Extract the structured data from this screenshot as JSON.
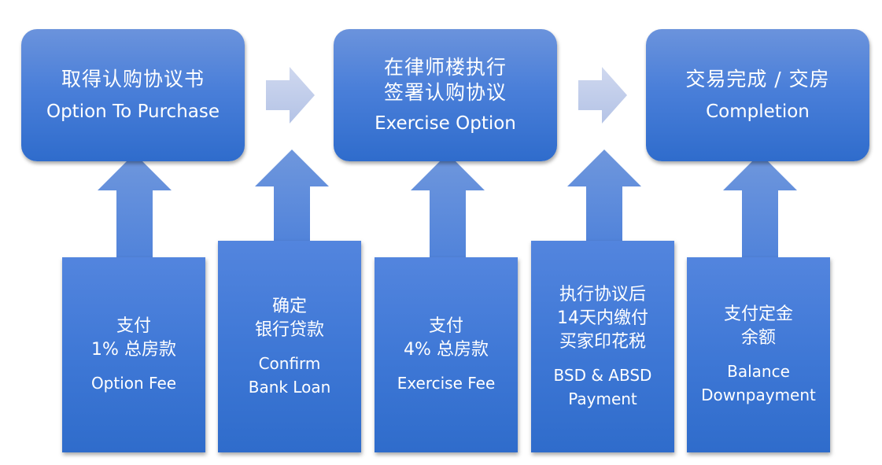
{
  "stages": [
    {
      "zh": "取得认购协议书",
      "en": "Option To Purchase"
    },
    {
      "zh": "在律师楼执行\n签署认购协议",
      "en": "Exercise Option"
    },
    {
      "zh": "交易完成 / 交房",
      "en": "Completion"
    }
  ],
  "steps": [
    {
      "zh": "支付\n1% 总房款",
      "en": "Option Fee"
    },
    {
      "zh": "确定\n银行贷款",
      "en": "Confirm\nBank Loan"
    },
    {
      "zh": "支付\n4% 总房款",
      "en": "Exercise Fee"
    },
    {
      "zh": "执行协议后\n14天内缴付\n买家印花税",
      "en": "BSD & ABSD\nPayment"
    },
    {
      "zh": "支付定金\n余额",
      "en": "Balance\nDownpayment"
    }
  ],
  "colors": {
    "box_top": "#6b93dc",
    "box_bottom": "#2f6ccc",
    "arrow_up": "#5f8ddd",
    "arrow_right": "#c3cfeb",
    "text": "#ffffff"
  }
}
